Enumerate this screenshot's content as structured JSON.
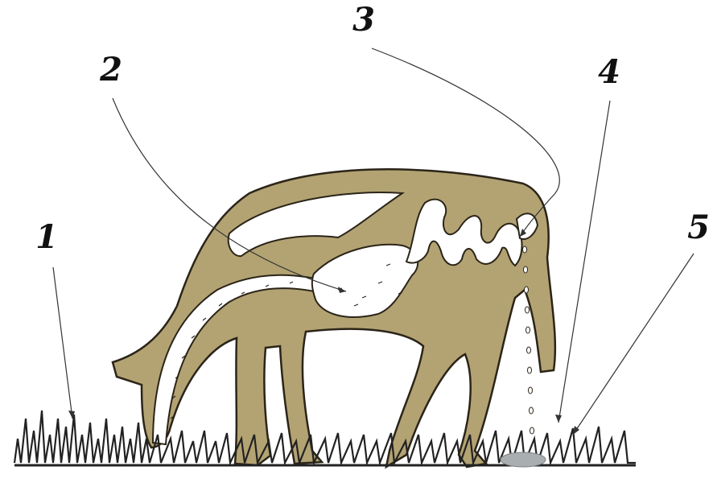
{
  "labels": {
    "l1": "1",
    "l2": "2",
    "l3": "3",
    "l4": "4",
    "l5": "5"
  },
  "colors": {
    "body": "#b3a373",
    "outline": "#2b2418",
    "tract": "#ffffff",
    "grass": "#222222",
    "dropping": "#a9aeb0"
  }
}
